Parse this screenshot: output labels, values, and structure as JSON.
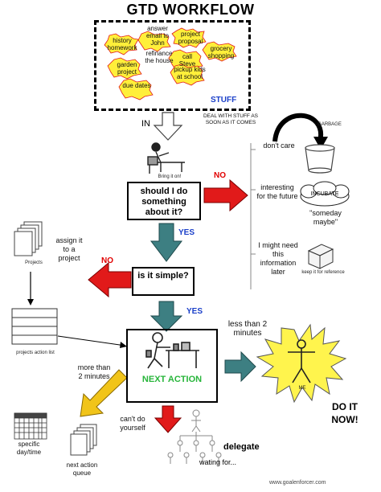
{
  "title": "GTD WORKFLOW",
  "stuff": {
    "items": [
      "answer email to John",
      "project proposal",
      "history homework",
      "refinance the house",
      "call Steve",
      "grocery shopping",
      "garden project",
      "pickup kids at school",
      "due dates"
    ],
    "label": "STUFF"
  },
  "in_label": "IN",
  "deal_note": "DEAL WITH STUFF AS SOON AS IT COMES",
  "garbage_label": "GARBAGE",
  "bring_it_on": "Bring it on!",
  "question1": "should I do something about it?",
  "no_label": "NO",
  "yes_label": "YES",
  "dont_care": "don't care",
  "interesting": "interesting for the future",
  "incubate": "INCUBATE",
  "someday_maybe": "\"someday maybe\"",
  "might_need": "I might need this information later",
  "keep_reference": "keep it for reference",
  "projects_label": "Projects",
  "assign_project": "assign it to a project",
  "question2": "is it simple?",
  "projects_action_list": "projects action list",
  "next_action": "NEXT ACTION",
  "less_than_2": "less than 2 minutes",
  "more_than_2": "more than 2 minutes",
  "me_label": "ME",
  "do_it_now": "DO IT NOW!",
  "cant_do": "can't do yourself",
  "delegate": "delegate",
  "waiting_for": "wating for...",
  "specific_day": "specific day/time",
  "next_action_queue": "next action queue",
  "footer": "www.goalenforcer.com",
  "colors": {
    "red_arrow": "#e11a1a",
    "teal_arrow": "#3d7f82",
    "yellow_arrow": "#e8c21a",
    "next_action_green": "#27b53a",
    "stuff_blue": "#1a3fc9",
    "burst_yellow": "#fff44d"
  }
}
